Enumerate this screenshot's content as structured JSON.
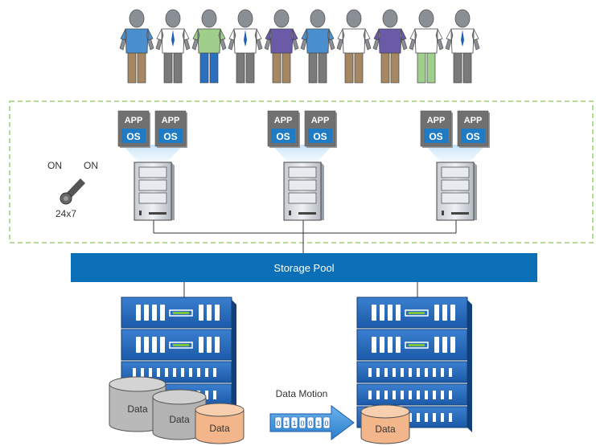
{
  "switch": {
    "on_left": "ON",
    "on_right": "ON",
    "caption": "24x7"
  },
  "app_label": "APP",
  "os_label": "OS",
  "storage_pool_label": "Storage Pool",
  "data_label": "Data",
  "data_motion_label": "Data Motion",
  "binary_digits": [
    "0",
    "1",
    "1",
    "0",
    "0",
    "1",
    "0"
  ],
  "people_shirt_colors": [
    "#4a90d0",
    "#ffffff",
    "#9fcf8a",
    "#ffffff",
    "#6a5aa8",
    "#4a90d0",
    "#ffffff",
    "#6a5aa8",
    "#ffffff",
    "#ffffff"
  ],
  "people_pant_colors": [
    "#a58862",
    "#7a7a7a",
    "#2a6fc0",
    "#7a7a7a",
    "#a58862",
    "#7a7a7a",
    "#a58862",
    "#a58862",
    "#9fcf8a",
    "#7a7a7a"
  ],
  "colors": {
    "accent_blue": "#0a6fb6",
    "dashed_border": "#8cc65a",
    "os_blue": "#1f7cc4",
    "cylinder_gray": "#b8b8b8",
    "cylinder_orange": "#f3b58a"
  }
}
